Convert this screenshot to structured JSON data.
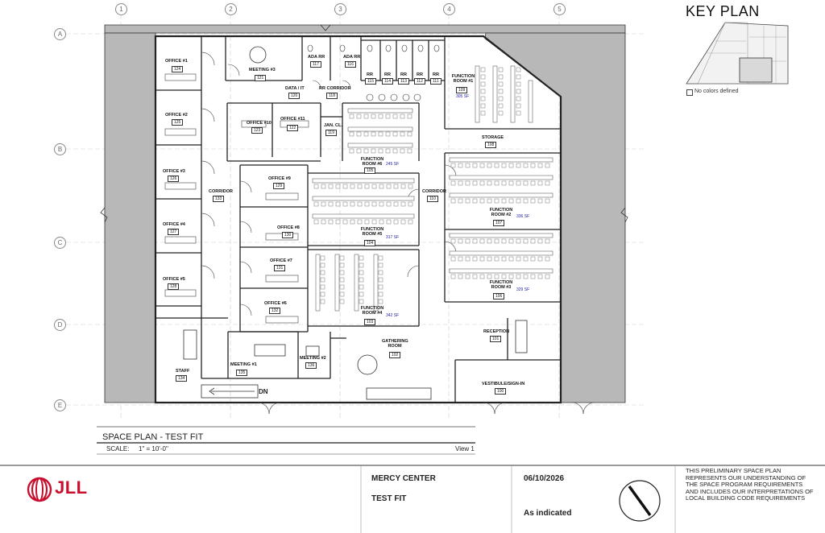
{
  "grid": {
    "columns": [
      "1",
      "2",
      "3",
      "4",
      "5"
    ],
    "rows": [
      "A",
      "B",
      "C",
      "D",
      "E"
    ]
  },
  "key_plan": {
    "title": "KEY PLAN",
    "legend": "No colors defined"
  },
  "rooms": [
    {
      "name": "OFFICE #1",
      "number": "124"
    },
    {
      "name": "OFFICE #2",
      "number": "125"
    },
    {
      "name": "OFFICE #3",
      "number": "126"
    },
    {
      "name": "OFFICE #4",
      "number": "127"
    },
    {
      "name": "OFFICE #5",
      "number": "128"
    },
    {
      "name": "STAFF",
      "number": "134"
    },
    {
      "name": "MEETING #1",
      "number": "135"
    },
    {
      "name": "MEETING #2",
      "number": "136"
    },
    {
      "name": "MEETING #3",
      "number": "121"
    },
    {
      "name": "CORRIDOR",
      "number": "133"
    },
    {
      "name": "OFFICE #10",
      "number": "123"
    },
    {
      "name": "OFFICE #11",
      "number": "122"
    },
    {
      "name": "OFFICE #9",
      "number": "129"
    },
    {
      "name": "OFFICE #8",
      "number": "130"
    },
    {
      "name": "OFFICE #7",
      "number": "131"
    },
    {
      "name": "OFFICE #6",
      "number": "132"
    },
    {
      "name": "DATA / IT",
      "number": "120"
    },
    {
      "name": "RR CORRIDOR",
      "number": "118"
    },
    {
      "name": "JAN. CL.",
      "number": "119"
    },
    {
      "name": "ADA RR",
      "number": "117"
    },
    {
      "name": "ADA RR",
      "number": "116"
    },
    {
      "name": "RR",
      "number": "115"
    },
    {
      "name": "RR",
      "number": "114"
    },
    {
      "name": "RR",
      "number": "113"
    },
    {
      "name": "RR",
      "number": "112"
    },
    {
      "name": "RR",
      "number": "111"
    },
    {
      "name": "FUNCTION ROOM #6",
      "number": "105",
      "sf": "245 SF"
    },
    {
      "name": "FUNCTION ROOM #5",
      "number": "104",
      "sf": "317 SF"
    },
    {
      "name": "FUNCTION ROOM #4",
      "number": "103",
      "sf": "342 SF"
    },
    {
      "name": "GATHERING ROOM",
      "number": "102"
    },
    {
      "name": "CORRIDOR",
      "number": "110"
    },
    {
      "name": "FUNCTION ROOM #1",
      "number": "109",
      "sf": "305 SF"
    },
    {
      "name": "STORAGE",
      "number": "108"
    },
    {
      "name": "FUNCTION ROOM #2",
      "number": "107",
      "sf": "336 SF"
    },
    {
      "name": "FUNCTION ROOM #3",
      "number": "106",
      "sf": "329 SF"
    },
    {
      "name": "RECEPTION",
      "number": "101"
    },
    {
      "name": "VESTIBULE/SIGN-IN",
      "number": "100"
    }
  ],
  "stair_label": "DN",
  "view": {
    "title": "SPACE PLAN - TEST FIT",
    "scale_label": "SCALE:",
    "scale_value": "1\" = 10'-0\"",
    "number": "View 1"
  },
  "title_block": {
    "logo": "JLL",
    "project": "MERCY CENTER",
    "subtitle": "TEST FIT",
    "date": "06/10/2026",
    "scale": "As indicated",
    "disclaimer": "THIS PRELIMINARY SPACE PLAN REPRESENTS OUR UNDERSTANDING OF THE SPACE PROGRAM REQUIREMENTS AND INCLUDES OUR INTERPRETATIONS OF LOCAL BUILDING CODE REQUIREMENTS"
  },
  "colors": {
    "wall": "#222222",
    "exterior_fill": "#b8b8b8",
    "area_text": "#1a1aa6",
    "brand": "#c8102e"
  }
}
